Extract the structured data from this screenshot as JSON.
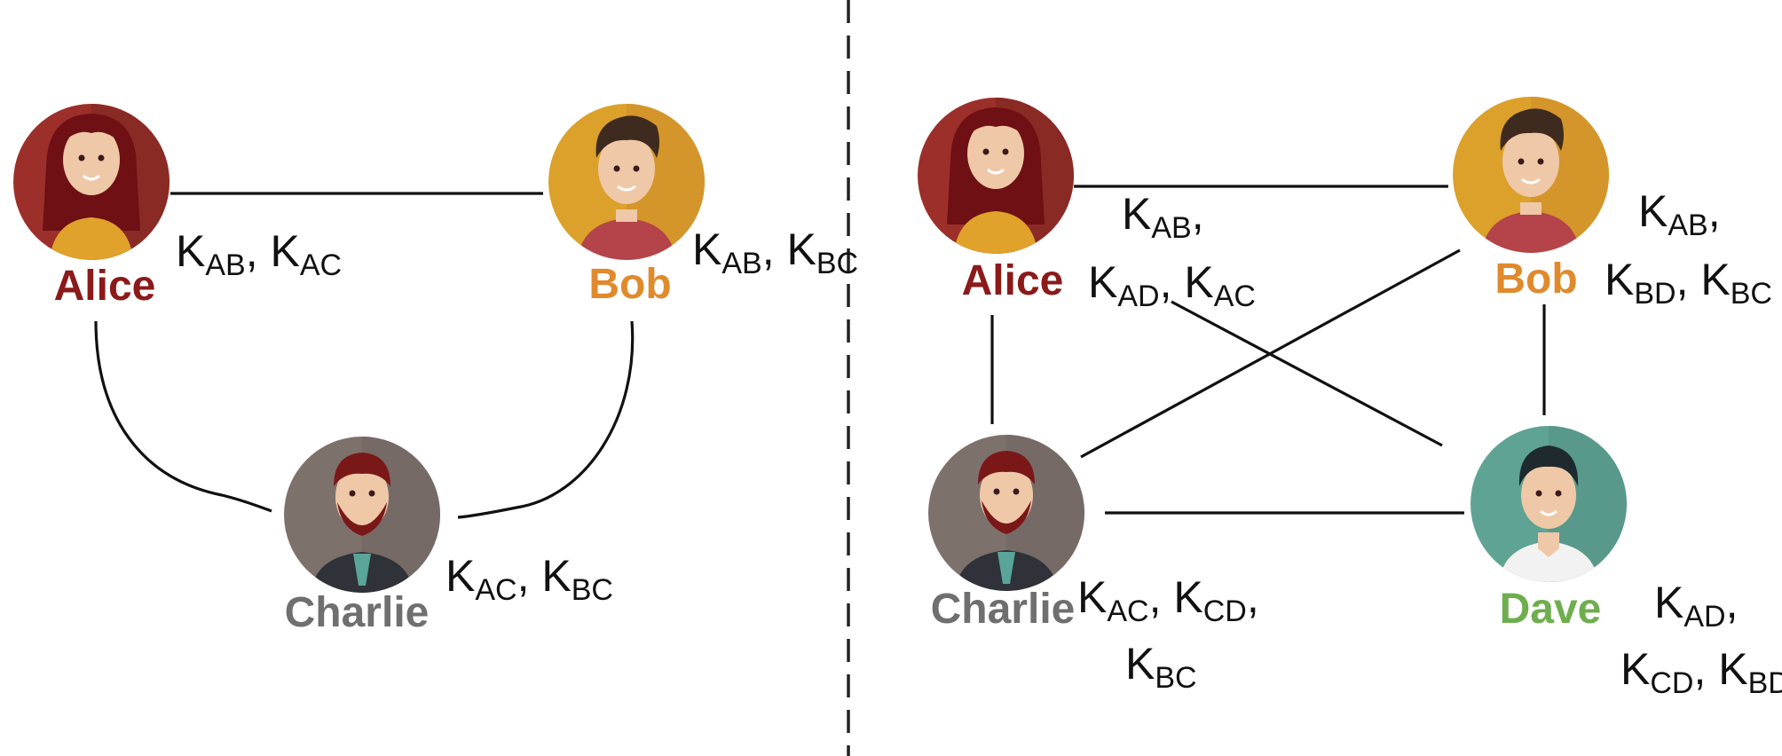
{
  "colors": {
    "alice": "#8b1a1a",
    "alice_bg": "#9c2f2a",
    "bob": "#e08a2c",
    "bob_bg": "#dba12a",
    "charlie": "#6f6f6f",
    "charlie_bg": "#7d716c",
    "dave": "#6fae4f",
    "dave_bg": "#5fa394",
    "lines": "#111111",
    "divider": "#222222"
  },
  "left": {
    "alice": {
      "name": "Alice",
      "keys": [
        [
          "K",
          "AB",
          ", "
        ],
        [
          "K",
          "AC",
          ""
        ]
      ]
    },
    "bob": {
      "name": "Bob",
      "keys": [
        [
          "K",
          "AB",
          ", "
        ],
        [
          "K",
          "BC",
          ""
        ]
      ]
    },
    "charlie": {
      "name": "Charlie",
      "keys": [
        [
          "K",
          "AC",
          ", "
        ],
        [
          "K",
          "BC",
          ""
        ]
      ]
    }
  },
  "right": {
    "alice": {
      "name": "Alice",
      "key_lines": [
        [
          [
            "K",
            "AB",
            ","
          ]
        ],
        [
          [
            "K",
            "AD",
            ", "
          ],
          [
            "K",
            "AC",
            ""
          ]
        ]
      ]
    },
    "bob": {
      "name": "Bob",
      "key_lines": [
        [
          [
            "K",
            "AB",
            ","
          ]
        ],
        [
          [
            "K",
            "BD",
            ", "
          ],
          [
            "K",
            "BC",
            ""
          ]
        ]
      ]
    },
    "charlie": {
      "name": "Charlie",
      "key_lines": [
        [
          [
            "K",
            "AC",
            ", "
          ],
          [
            "K",
            "CD",
            ","
          ]
        ],
        [
          [
            "K",
            "BC",
            ""
          ]
        ]
      ]
    },
    "dave": {
      "name": "Dave",
      "key_lines": [
        [
          [
            "K",
            "AD",
            ","
          ]
        ],
        [
          [
            "K",
            "CD",
            ", "
          ],
          [
            "K",
            "BD",
            ""
          ]
        ]
      ]
    }
  }
}
